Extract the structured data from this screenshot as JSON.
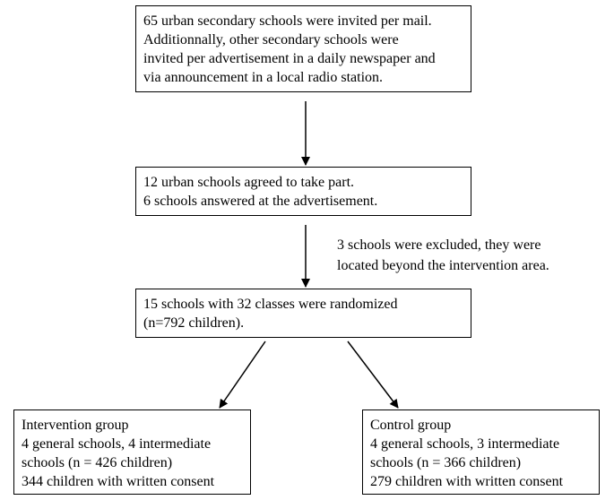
{
  "flow": {
    "invitation": {
      "lines": [
        "65 urban secondary schools were invited per mail.",
        "Additionnally, other secondary schools were",
        "invited per advertisement in a daily newspaper and",
        "via announcement in a local radio station."
      ]
    },
    "agreement": {
      "lines": [
        "12 urban schools agreed to take part.",
        "6 schools answered at the advertisement."
      ]
    },
    "exclusion": {
      "lines": [
        "3 schools were excluded, they were",
        "located beyond the intervention area."
      ]
    },
    "randomization": {
      "lines": [
        "15 schools with 32 classes were randomized",
        "(n=792 children)."
      ]
    },
    "intervention_group": {
      "lines": [
        "Intervention group",
        "4 general schools, 4 intermediate",
        "schools (n = 426 children)",
        "344 children with written consent"
      ]
    },
    "control_group": {
      "lines": [
        "Control group",
        "4 general schools, 3 intermediate",
        "schools (n = 366 children)",
        "279 children with written consent"
      ]
    }
  }
}
